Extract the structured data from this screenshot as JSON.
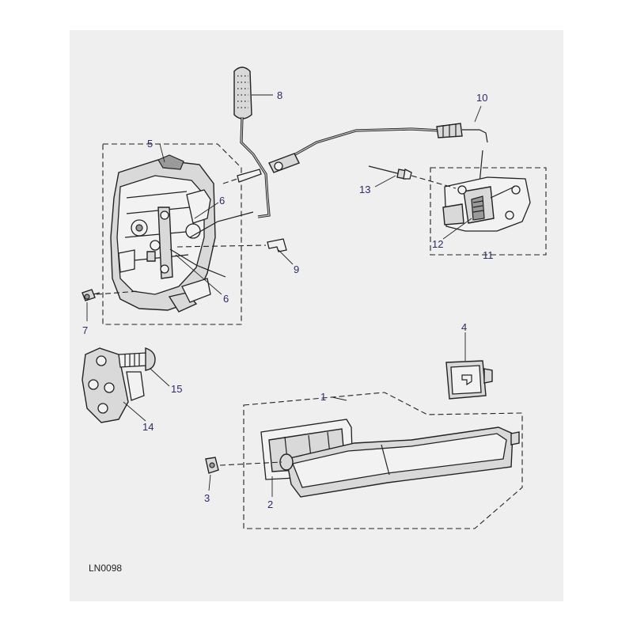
{
  "diagram": {
    "reference_code": "LN0098",
    "callouts": [
      {
        "id": "c1",
        "label": "1"
      },
      {
        "id": "c2",
        "label": "2"
      },
      {
        "id": "c3",
        "label": "3"
      },
      {
        "id": "c4",
        "label": "4"
      },
      {
        "id": "c5",
        "label": "5"
      },
      {
        "id": "c6a",
        "label": "6"
      },
      {
        "id": "c6b",
        "label": "6"
      },
      {
        "id": "c7",
        "label": "7"
      },
      {
        "id": "c8",
        "label": "8"
      },
      {
        "id": "c9",
        "label": "9"
      },
      {
        "id": "c10",
        "label": "10"
      },
      {
        "id": "c11",
        "label": "11"
      },
      {
        "id": "c12",
        "label": "12"
      },
      {
        "id": "c13",
        "label": "13"
      },
      {
        "id": "c14",
        "label": "14"
      },
      {
        "id": "c15",
        "label": "15"
      }
    ]
  }
}
